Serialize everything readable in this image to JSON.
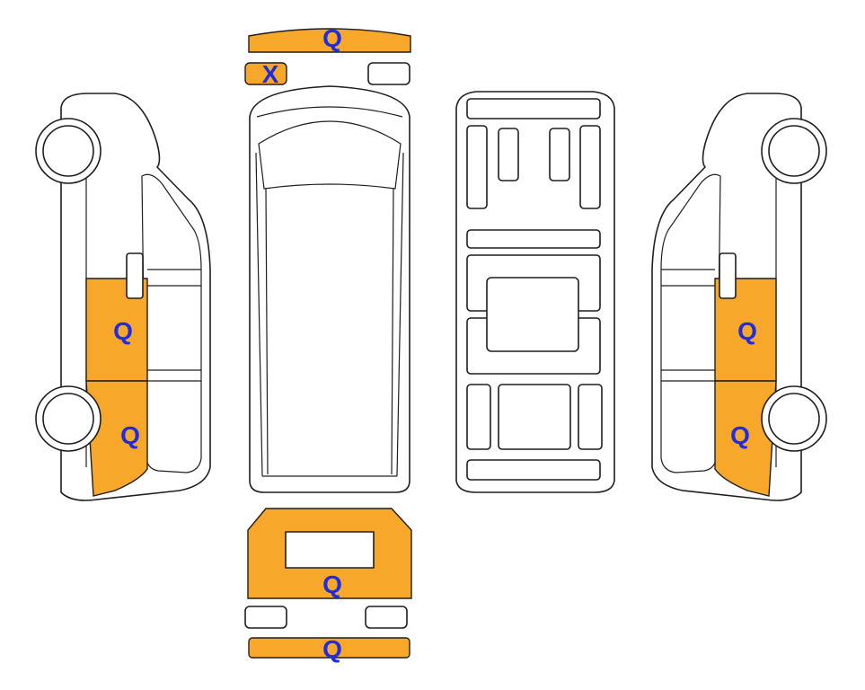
{
  "diagram": {
    "colors": {
      "damage_fill": "#f7a82b",
      "marker_text": "#1f2de0",
      "outline": "#1e1e1e",
      "background": "#ffffff"
    },
    "marks": {
      "front_bumper": "Q",
      "left_mirror": "X",
      "left_side_rear_upper": "Q",
      "left_side_rear_lower": "Q",
      "right_side_rear_upper": "Q",
      "right_side_rear_lower": "Q",
      "rear_door": "Q",
      "rear_bumper": "Q"
    }
  }
}
